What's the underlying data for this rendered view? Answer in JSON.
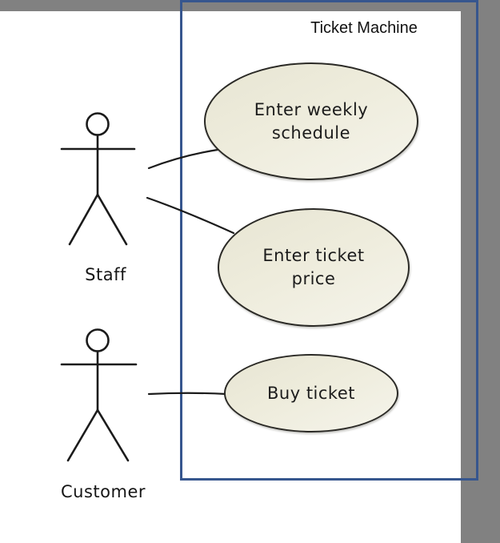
{
  "system": {
    "title": "Ticket Machine"
  },
  "actors": [
    {
      "name": "Staff"
    },
    {
      "name": "Customer"
    }
  ],
  "use_cases": [
    {
      "name": "Enter weekly schedule",
      "lines": [
        "Enter weekly",
        "schedule"
      ]
    },
    {
      "name": "Enter ticket price",
      "lines": [
        "Enter ticket",
        "price"
      ]
    },
    {
      "name": "Buy ticket",
      "lines": [
        "Buy ticket"
      ]
    }
  ],
  "associations": [
    {
      "from": "Staff",
      "to": "Enter weekly schedule"
    },
    {
      "from": "Staff",
      "to": "Enter ticket price"
    },
    {
      "from": "Customer",
      "to": "Buy ticket"
    }
  ],
  "colors": {
    "boundary_border": "#36568e",
    "app_background": "#818181",
    "canvas": "#ffffff",
    "usecase_fill": "#eeecdc",
    "usecase_border": "#2b2a26",
    "line_color": "#1b1b1b",
    "text": "#161616"
  }
}
